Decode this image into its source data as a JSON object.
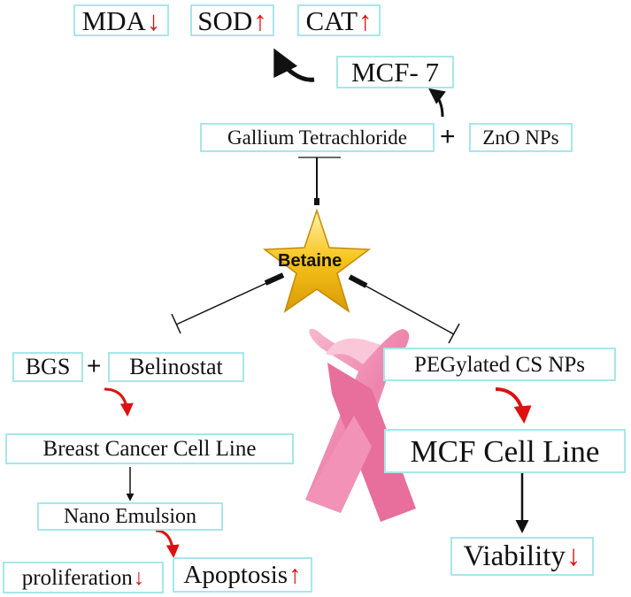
{
  "markers": {
    "decrease": "↓",
    "increase": "↑"
  },
  "top": {
    "mda": "MDA",
    "sod": "SOD",
    "cat": "CAT",
    "mcf7": "MCF- 7",
    "gallium": "Gallium Tetrachloride",
    "plus": "+",
    "zno": "ZnO NPs"
  },
  "center": {
    "betaine": "Betaine"
  },
  "left": {
    "bgs": "BGS",
    "plus": "+",
    "belinostat": "Belinostat",
    "breast_cancer": "Breast Cancer Cell Line",
    "nano_emulsion": "Nano Emulsion",
    "proliferation": "proliferation",
    "apoptosis": "Apoptosis"
  },
  "right": {
    "pegylated": "PEGylated CS NPs",
    "mcf_cell_line": "MCF Cell Line",
    "viability": "Viability"
  },
  "colors": {
    "box_border": "#a8e6ea",
    "arrow_red": "#dd1111",
    "ribbon_pink": "#ee8fb3",
    "star_gold": "#f7c21a"
  },
  "icons": [
    "pink-ribbon-icon",
    "star-icon"
  ]
}
